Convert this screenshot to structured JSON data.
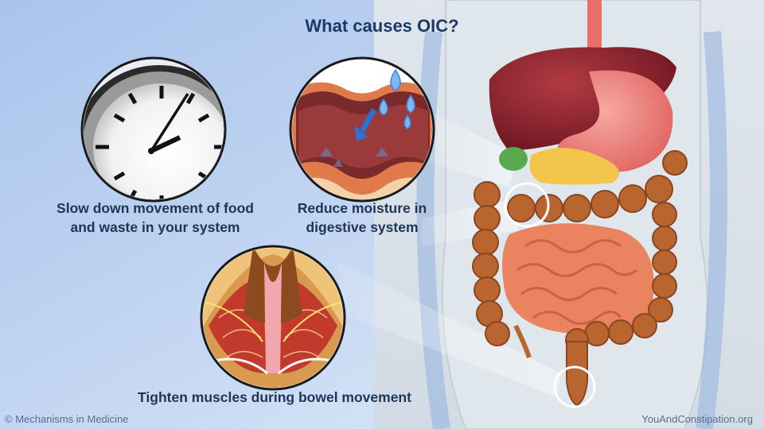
{
  "title": "What causes OIC?",
  "captions": {
    "clock": [
      "Slow down movement of food",
      "and waste in your system"
    ],
    "moisture": [
      "Reduce moisture in",
      "digestive system"
    ],
    "muscles": "Tighten muscles during bowel movement"
  },
  "footer": {
    "left": "© Mechanisms in Medicine",
    "right": "YouAndConstipation.org"
  },
  "colors": {
    "title": "#1c3a66",
    "background_left": "#8fb3e6",
    "background_right": "#d9e2ea"
  }
}
